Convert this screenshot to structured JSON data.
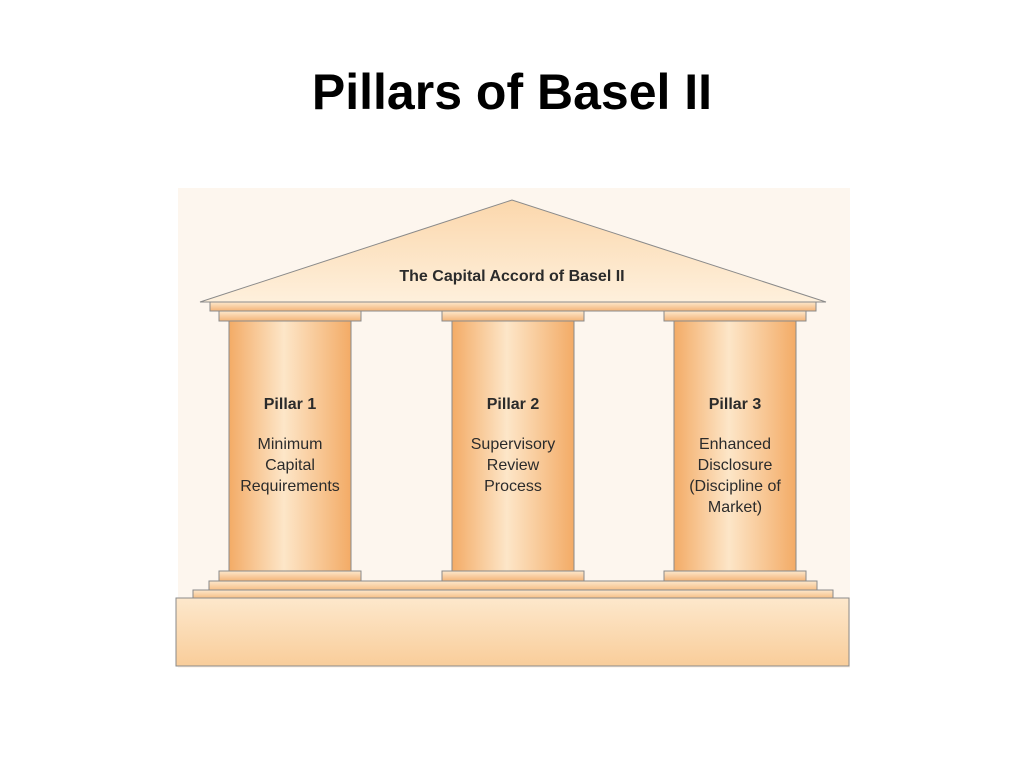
{
  "title": "Pillars of Basel II",
  "roof": {
    "label": "The Capital Accord of Basel II"
  },
  "pillars": [
    {
      "title": "Pillar 1",
      "lines": [
        "Minimum",
        "Capital",
        "Requirements"
      ]
    },
    {
      "title": "Pillar 2",
      "lines": [
        "Supervisory",
        "Review",
        "Process"
      ]
    },
    {
      "title": "Pillar 3",
      "lines": [
        "Enhanced",
        "Disclosure",
        "(Discipline of",
        "Market)"
      ]
    }
  ],
  "colors": {
    "fill_light": "#fde8cc",
    "fill_mid": "#f9c38c",
    "fill_dark": "#f0a862",
    "stroke": "#8a8a8a",
    "text": "#2b2b2b"
  }
}
